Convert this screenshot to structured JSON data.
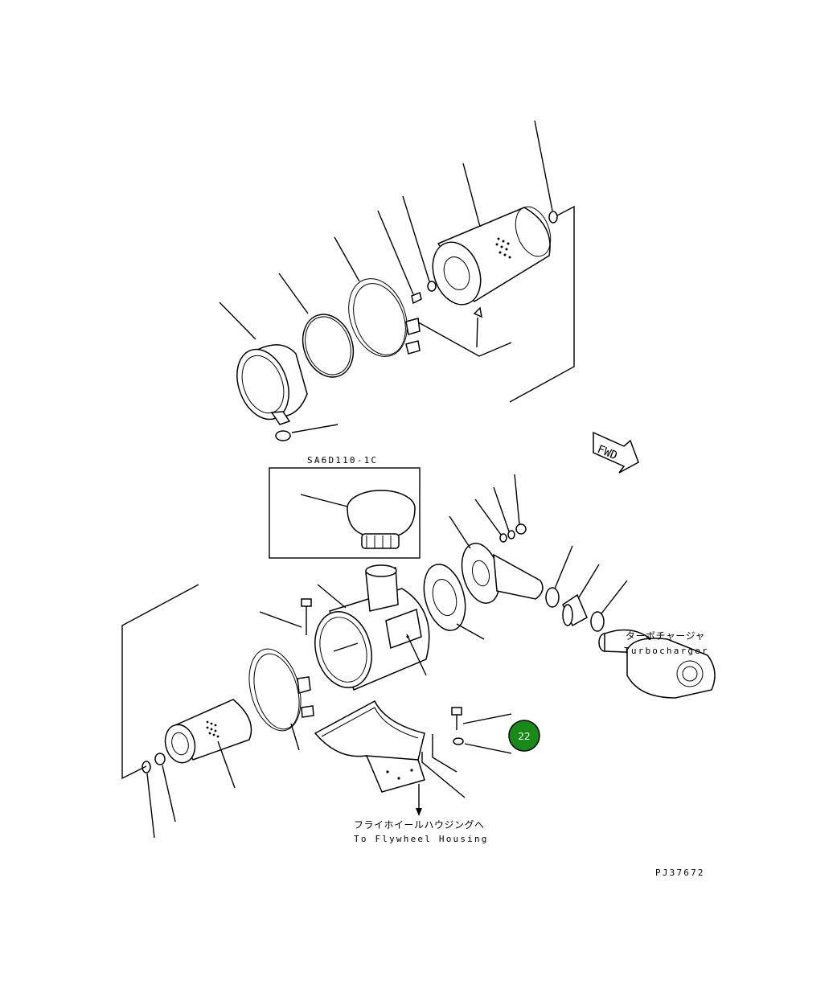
{
  "variant_label": "SA6D110-1C",
  "fwd_label": "FWD",
  "turbo_label_jp": "ターボチャージャ",
  "turbo_label_en": "Turbocharger",
  "flywheel_label_jp": "フライホイールハウジングへ",
  "flywheel_label_en": "To Flywheel Housing",
  "drawing_number": "PJ37672",
  "callout_badge": {
    "number": "22",
    "color": "#178a17"
  }
}
